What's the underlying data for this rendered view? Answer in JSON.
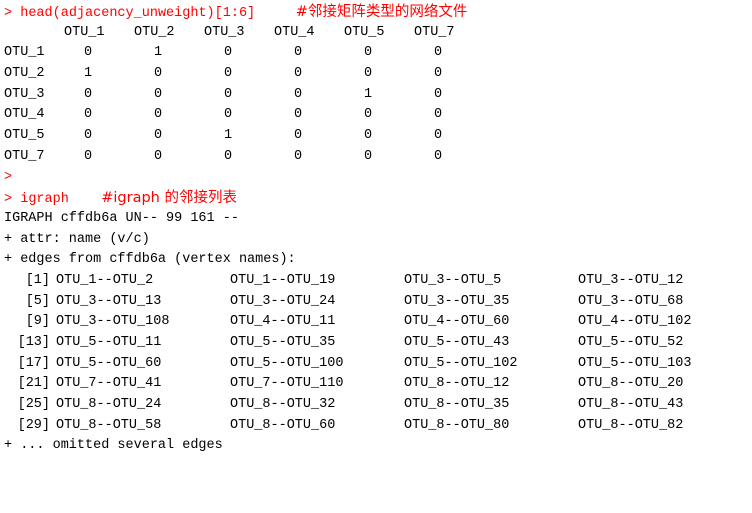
{
  "colors": {
    "command": "#ff0000",
    "output": "#000000"
  },
  "cmd1": {
    "prompt": ">",
    "code": "head(adjacency_unweight)[1:6]",
    "comment": "#邻接矩阵类型的网络文件"
  },
  "matrix": {
    "col_headers": [
      "OTU_1",
      "OTU_2",
      "OTU_3",
      "OTU_4",
      "OTU_5",
      "OTU_7"
    ],
    "rows": [
      {
        "name": "OTU_1",
        "values": [
          "0",
          "1",
          "0",
          "0",
          "0",
          "0"
        ]
      },
      {
        "name": "OTU_2",
        "values": [
          "1",
          "0",
          "0",
          "0",
          "0",
          "0"
        ]
      },
      {
        "name": "OTU_3",
        "values": [
          "0",
          "0",
          "0",
          "0",
          "1",
          "0"
        ]
      },
      {
        "name": "OTU_4",
        "values": [
          "0",
          "0",
          "0",
          "0",
          "0",
          "0"
        ]
      },
      {
        "name": "OTU_5",
        "values": [
          "0",
          "0",
          "1",
          "0",
          "0",
          "0"
        ]
      },
      {
        "name": "OTU_7",
        "values": [
          "0",
          "0",
          "0",
          "0",
          "0",
          "0"
        ]
      }
    ]
  },
  "empty_prompt": ">",
  "cmd2": {
    "prompt": ">",
    "code": "igraph",
    "comment": "#igraph 的邻接列表"
  },
  "igraph_output": {
    "header": "IGRAPH cffdb6a UN-- 99 161 --",
    "attr": "+ attr: name (v/c)",
    "edges_title": "+ edges from cffdb6a (vertex names):",
    "edge_rows": [
      {
        "index": "[1]",
        "edges": [
          "OTU_1--OTU_2",
          "OTU_1--OTU_19",
          "OTU_3--OTU_5",
          "OTU_3--OTU_12"
        ]
      },
      {
        "index": "[5]",
        "edges": [
          "OTU_3--OTU_13",
          "OTU_3--OTU_24",
          "OTU_3--OTU_35",
          "OTU_3--OTU_68"
        ]
      },
      {
        "index": "[9]",
        "edges": [
          "OTU_3--OTU_108",
          "OTU_4--OTU_11",
          "OTU_4--OTU_60",
          "OTU_4--OTU_102"
        ]
      },
      {
        "index": "[13]",
        "edges": [
          "OTU_5--OTU_11",
          "OTU_5--OTU_35",
          "OTU_5--OTU_43",
          "OTU_5--OTU_52"
        ]
      },
      {
        "index": "[17]",
        "edges": [
          "OTU_5--OTU_60",
          "OTU_5--OTU_100",
          "OTU_5--OTU_102",
          "OTU_5--OTU_103"
        ]
      },
      {
        "index": "[21]",
        "edges": [
          "OTU_7--OTU_41",
          "OTU_7--OTU_110",
          "OTU_8--OTU_12",
          "OTU_8--OTU_20"
        ]
      },
      {
        "index": "[25]",
        "edges": [
          "OTU_8--OTU_24",
          "OTU_8--OTU_32",
          "OTU_8--OTU_35",
          "OTU_8--OTU_43"
        ]
      },
      {
        "index": "[29]",
        "edges": [
          "OTU_8--OTU_58",
          "OTU_8--OTU_60",
          "OTU_8--OTU_80",
          "OTU_8--OTU_82"
        ]
      }
    ],
    "omitted": "+ ... omitted several edges"
  }
}
